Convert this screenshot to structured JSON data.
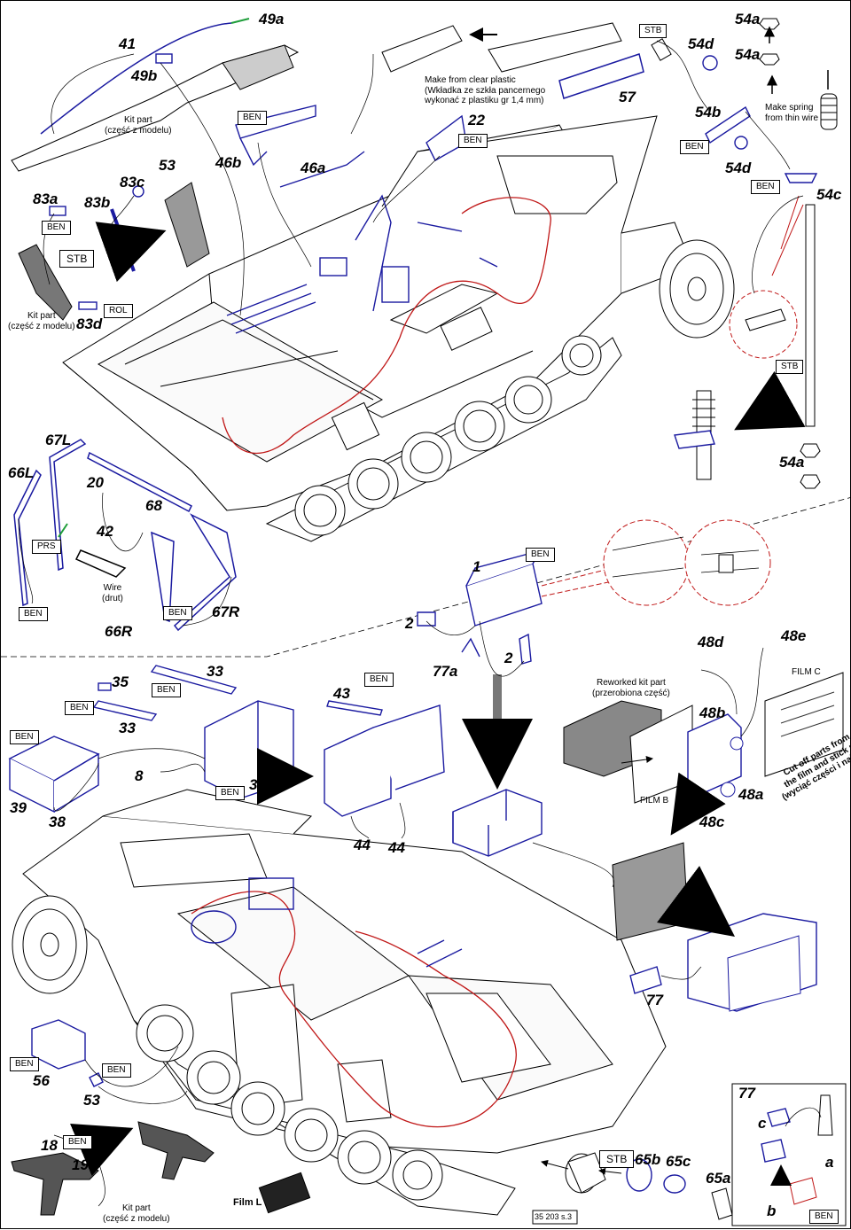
{
  "labels": {
    "p41": "41",
    "p49a": "49a",
    "p49b": "49b",
    "p46b": "46b",
    "p46a": "46a",
    "p22": "22",
    "p57": "57",
    "p54a_1": "54a",
    "p54a_2": "54a",
    "p54d_1": "54d",
    "p54b": "54b",
    "p54d_2": "54d",
    "p54c": "54c",
    "p54a_3": "54a",
    "p83a": "83a",
    "p83b": "83b",
    "p83c": "83c",
    "p53_top": "53",
    "p83d": "83d",
    "p67L": "67L",
    "p66L": "66L",
    "p20": "20",
    "p68": "68",
    "p42": "42",
    "p67R": "67R",
    "p66R": "66R",
    "p1": "1",
    "p2_left": "2",
    "p2_right": "2",
    "p77a": "77a",
    "p48d": "48d",
    "p48e": "48e",
    "p48b": "48b",
    "p48a": "48a",
    "p48c": "48c",
    "p35": "35",
    "p33_top": "33",
    "p33_mid": "33",
    "p43": "43",
    "p8": "8",
    "p36": "36",
    "p39": "39",
    "p38": "38",
    "p44_1": "44",
    "p44_2": "44",
    "p77": "77",
    "p56": "56",
    "p53_bottom": "53",
    "p18": "18",
    "p19": "19",
    "p65b": "65b",
    "p65c": "65c",
    "p65a": "65a",
    "inset_77": "77",
    "inset_c": "c",
    "inset_a": "a",
    "inset_b": "b"
  },
  "tags": {
    "ben_46": "BEN",
    "ben_22": "BEN",
    "stb_top": "STB",
    "ben_54b": "BEN",
    "ben_54c": "BEN",
    "ben_83a": "BEN",
    "stb_83": "STB",
    "rol": "ROL",
    "stb_spring": "STB",
    "prs": "PRS",
    "ben_66L": "BEN",
    "ben_67R": "BEN",
    "ben_1": "BEN",
    "ben_35": "BEN",
    "ben_33": "BEN",
    "ben_43": "BEN",
    "ben_39": "BEN",
    "ben_36": "BEN",
    "ben_56": "BEN",
    "ben_53": "BEN",
    "ben_18": "BEN",
    "stb_65b": "STB",
    "ben_inset": "BEN"
  },
  "notes": {
    "kit_part_rifle": [
      "Kit part",
      "(część z modelu)"
    ],
    "kit_part_83": [
      "Kit part",
      "(część z modelu)"
    ],
    "kit_part_mp": [
      "Kit part",
      "(część z modelu)"
    ],
    "clear_plastic": [
      "Make from clear plastic",
      "(Wkładka ze szkła pancernego",
      "wykonać z plastiku gr 1,4 mm)"
    ],
    "spring": [
      "Make spring",
      "from thin wire"
    ],
    "wire": [
      "Wire",
      "(drut)"
    ],
    "reworked": [
      "Reworked kit part",
      "(przerobiona część)"
    ],
    "cut_off": [
      "Cut off parts from",
      "the film and stick up",
      "(wyciąć części i nakleić)"
    ]
  },
  "films": {
    "film_b": "FILM B",
    "film_c": "FILM C",
    "film_l": "Film L"
  },
  "page_id": "35 203 s.3",
  "colors": {
    "line": "#000000",
    "hull": "#ffffff",
    "etch": "#1a1aa0",
    "wire": "#c01818",
    "radio": "#6e6e6e",
    "green": "#1f9e3a"
  }
}
